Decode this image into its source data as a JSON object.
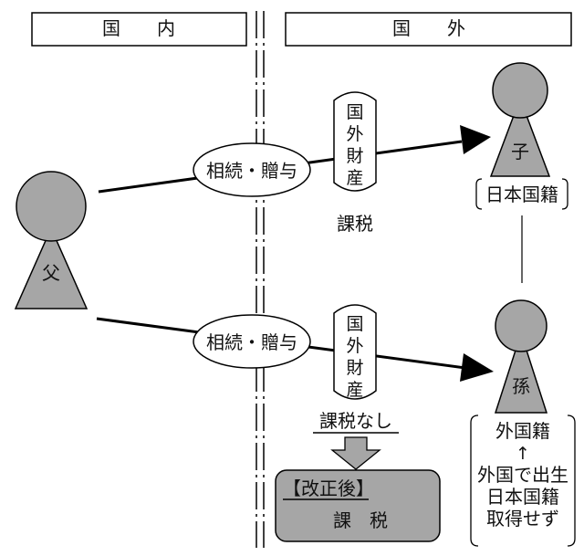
{
  "header": {
    "domestic": "国　　内",
    "foreign": "国　　外"
  },
  "people": {
    "father": "父",
    "child": "子",
    "grandchild": "孫"
  },
  "transfer_label": "相続・贈与",
  "foreign_assets": [
    "国",
    "外",
    "財",
    "産"
  ],
  "child_nationality": "日本国籍",
  "grandchild_nationality": [
    "外国籍",
    "↑",
    "外国で出生",
    "日本国籍",
    "取得せず"
  ],
  "outcome_child": "課税",
  "outcome_grandchild": "課税なし",
  "reform": {
    "tag": "【改正後】",
    "result": "課　税"
  },
  "colors": {
    "figure_fill": "#a6a6a6",
    "reform_box_fill": "#a6a6a6",
    "line": "#000000"
  }
}
